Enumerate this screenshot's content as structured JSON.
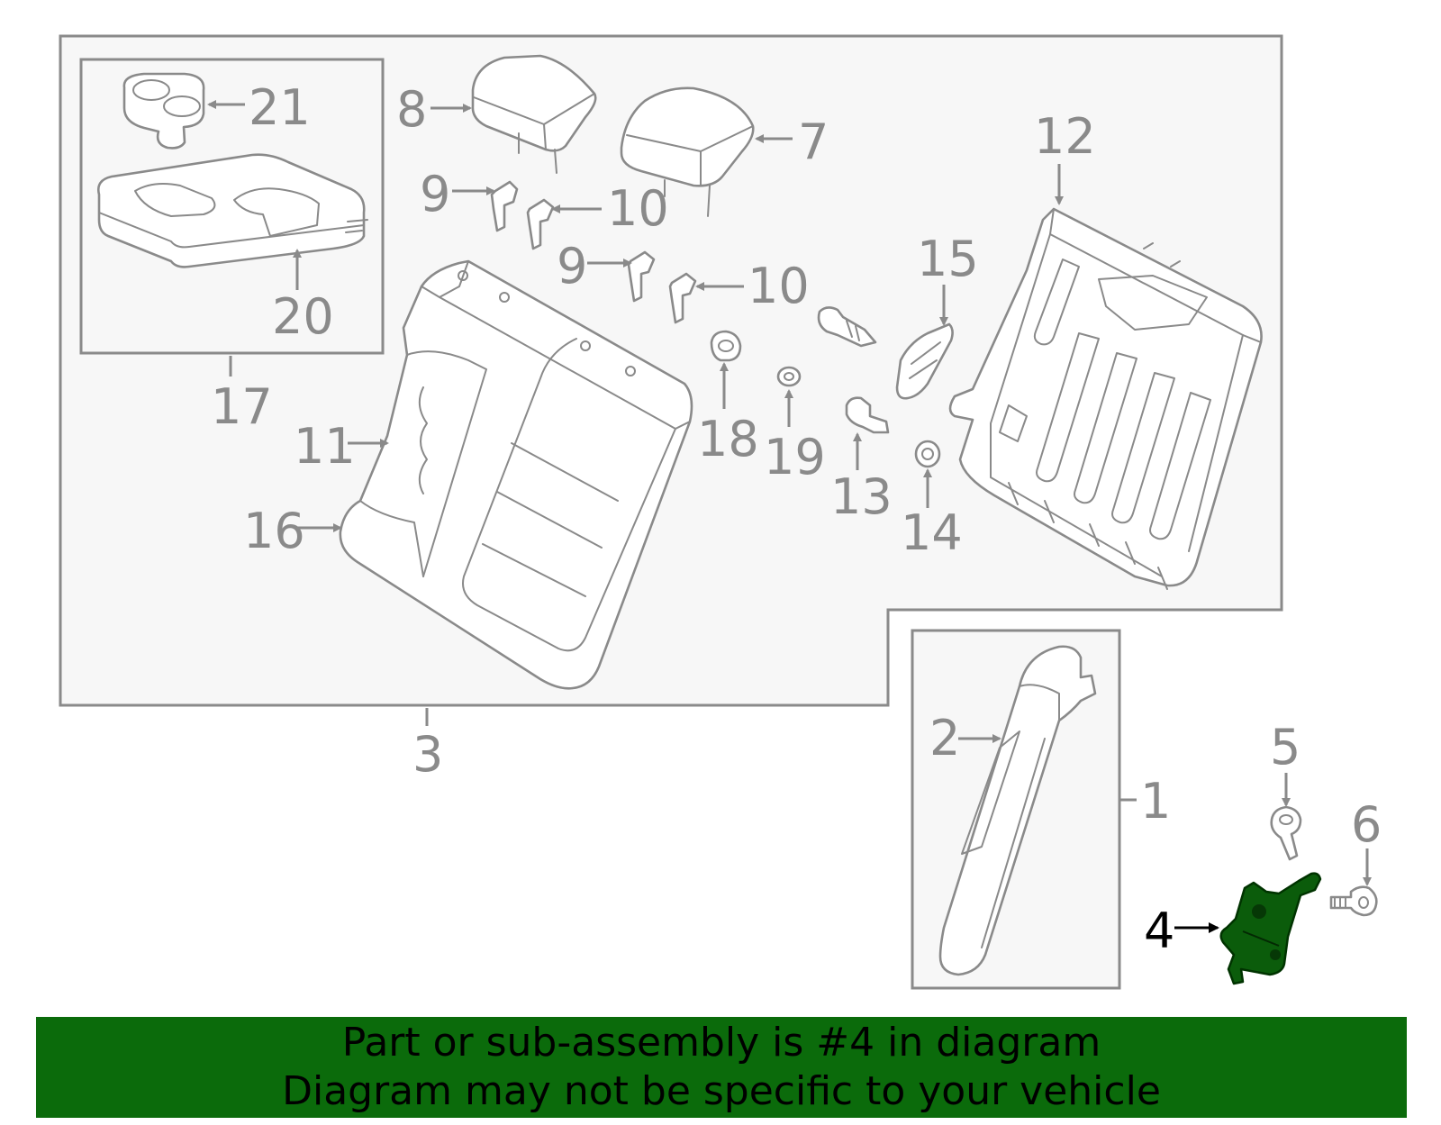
{
  "callouts": {
    "c1": "1",
    "c2": "2",
    "c3": "3",
    "c4": "4",
    "c5": "5",
    "c6": "6",
    "c7": "7",
    "c8": "8",
    "c9a": "9",
    "c9b": "9",
    "c10a": "10",
    "c10b": "10",
    "c11": "11",
    "c12": "12",
    "c13": "13",
    "c14": "14",
    "c15": "15",
    "c16": "16",
    "c17": "17",
    "c18": "18",
    "c19": "19",
    "c20": "20",
    "c21": "21"
  },
  "highlighted_part": "4",
  "banner": {
    "line1": "Part or sub-assembly is #4 in diagram",
    "line2": "Diagram may not be specific to your vehicle"
  },
  "colors": {
    "highlight": "#0b6b0b",
    "line": "#8a8a8a"
  }
}
